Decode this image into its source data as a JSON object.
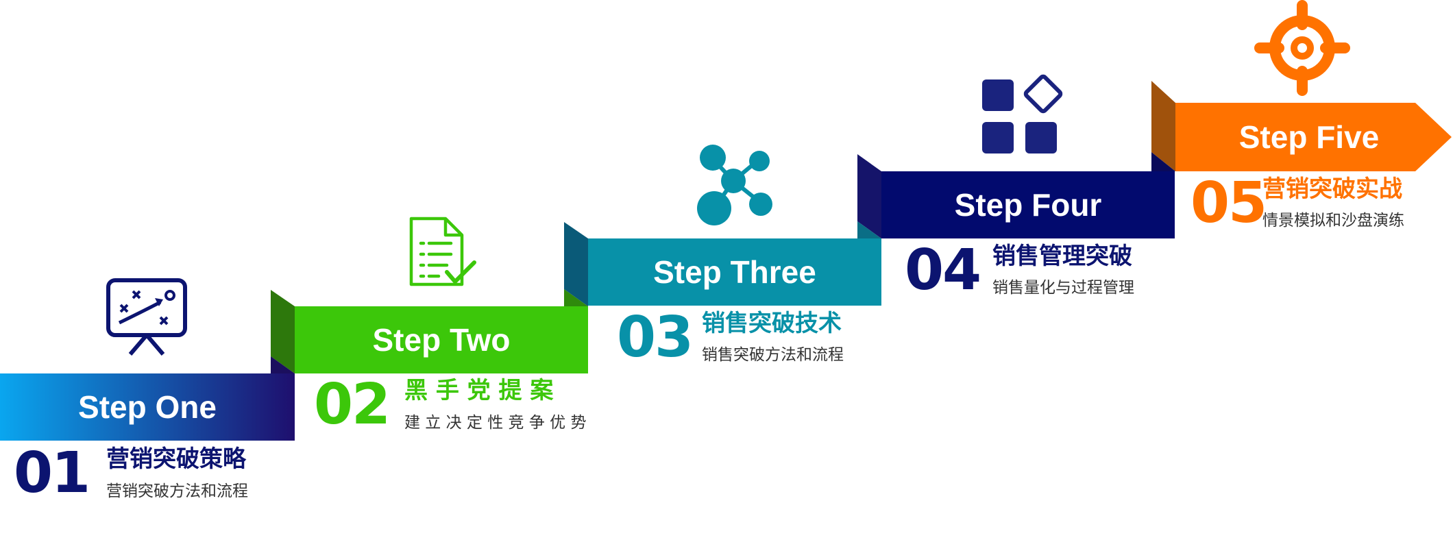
{
  "colors": {
    "step1_start": "#0aa6ef",
    "step1_end": "#1e0f6e",
    "step2": "#3cc70a",
    "step3": "#0891a8",
    "step4": "#020a6e",
    "step5": "#ff7200",
    "navy_text": "#0c1470",
    "green_text": "#3cc70a",
    "teal_text": "#0891a8",
    "orange_text": "#ff7200"
  },
  "steps": [
    {
      "label": "Step One",
      "number": "01",
      "title": "营销突破策略",
      "subtitle": "营销突破方法和流程",
      "icon": "strategy-board-icon"
    },
    {
      "label": "Step Two",
      "number": "02",
      "title": "黑 手 党 提 案",
      "subtitle": "建 立 决 定 性 竞 争 优 势",
      "icon": "document-check-icon"
    },
    {
      "label": "Step Three",
      "number": "03",
      "title": "销售突破技术",
      "subtitle": "销售突破方法和流程",
      "icon": "network-nodes-icon"
    },
    {
      "label": "Step Four",
      "number": "04",
      "title": "销售管理突破",
      "subtitle": "销售量化与过程管理",
      "icon": "app-blocks-icon"
    },
    {
      "label": "Step Five",
      "number": "05",
      "title": "营销突破实战",
      "subtitle": "情景模拟和沙盘演练",
      "icon": "target-crosshair-icon"
    }
  ]
}
